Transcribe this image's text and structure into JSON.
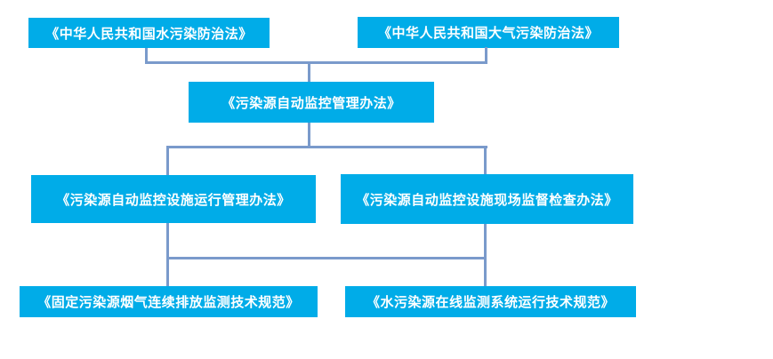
{
  "diagram": {
    "nodes": [
      {
        "id": "water-pollution-law",
        "label": "《中华人民共和国水污染防治法》",
        "level": 1
      },
      {
        "id": "air-pollution-law",
        "label": "《中华人民共和国大气污染防治法》",
        "level": 1
      },
      {
        "id": "auto-monitoring-measures",
        "label": "《污染源自动监控管理办法》",
        "level": 2
      },
      {
        "id": "facility-operation-measures",
        "label": "《污染源自动监控设施运行管理办法》",
        "level": 3
      },
      {
        "id": "onsite-inspection-measures",
        "label": "《污染源自动监控设施现场监督检查办法》",
        "level": 3
      },
      {
        "id": "flue-gas-cems-spec",
        "label": "《固定污染源烟气连续排放监测技术规范》",
        "level": 4
      },
      {
        "id": "water-online-monitoring-spec",
        "label": "《水污染源在线监测系统运行技术规范》",
        "level": 4
      }
    ],
    "edges": [
      {
        "from": "water-pollution-law",
        "to": "auto-monitoring-measures"
      },
      {
        "from": "air-pollution-law",
        "to": "auto-monitoring-measures"
      },
      {
        "from": "auto-monitoring-measures",
        "to": "facility-operation-measures"
      },
      {
        "from": "auto-monitoring-measures",
        "to": "onsite-inspection-measures"
      },
      {
        "from": "facility-operation-measures",
        "to": "flue-gas-cems-spec"
      },
      {
        "from": "onsite-inspection-measures",
        "to": "water-online-monitoring-spec"
      },
      {
        "from": "facility-operation-measures",
        "to": "water-online-monitoring-spec"
      },
      {
        "from": "onsite-inspection-measures",
        "to": "flue-gas-cems-spec"
      }
    ]
  },
  "colors": {
    "node_fill": "#00ACE8",
    "node_text": "#FFFFFF",
    "connector": "#7A9ACB",
    "background": "#FFFFFF"
  }
}
